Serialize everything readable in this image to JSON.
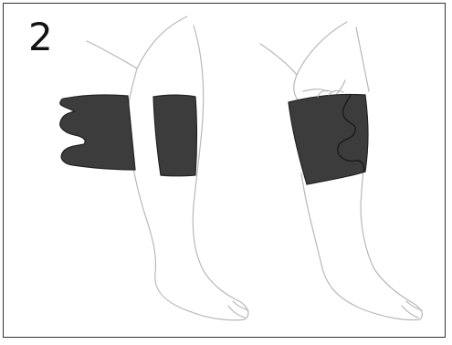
{
  "step": {
    "number": "2"
  },
  "colors": {
    "border": "#333333",
    "wrap_fill": "#3c3c3c",
    "leg_outline": "#b8b8b8"
  },
  "panels": [
    {
      "name": "left-illustration",
      "contents": [
        "leg-outline",
        "calf-wrap-open",
        "calf-pad"
      ]
    },
    {
      "name": "right-illustration",
      "contents": [
        "leg-outline",
        "hand-outline",
        "calf-wrap-closed"
      ]
    }
  ]
}
